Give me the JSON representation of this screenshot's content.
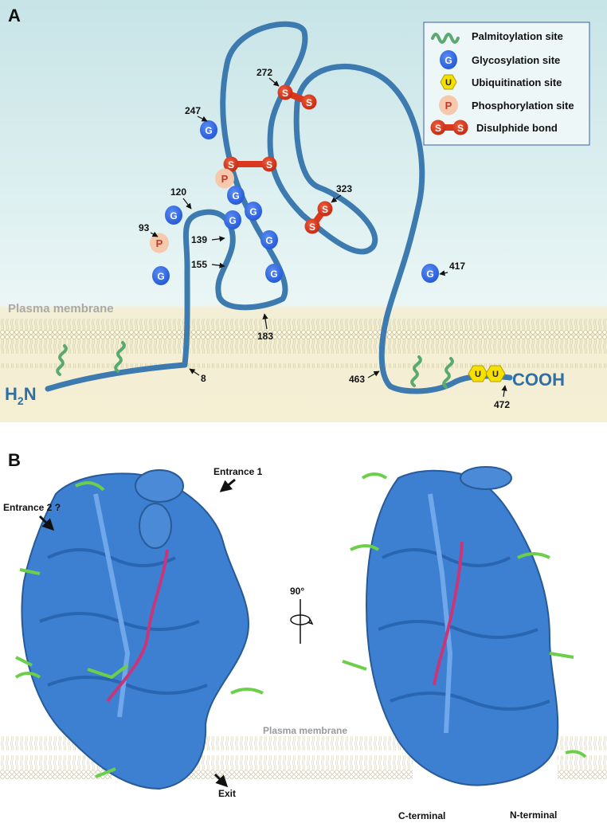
{
  "panel_a": {
    "letter": "A",
    "membrane_label": "Plasma membrane",
    "n_terminus": "H",
    "n_terminus_sub": "2",
    "n_terminus_end": "N",
    "c_terminus": "COOH",
    "glyco_letter": "G",
    "phospho_letter": "P",
    "ubiq_letter": "U",
    "disulphide_letter": "S",
    "residues": {
      "r8": "8",
      "r93": "93",
      "r120": "120",
      "r139": "139",
      "r155": "155",
      "r183": "183",
      "r247": "247",
      "r272": "272",
      "r323": "323",
      "r417": "417",
      "r463": "463",
      "r472": "472"
    },
    "legend": {
      "palmitoylation": "Palmitoylation site",
      "glycosylation": "Glycosylation site",
      "ubiquitination": "Ubiquitination site",
      "phosphorylation": "Phosphorylation site",
      "disulphide": "Disulphide bond"
    }
  },
  "panel_b": {
    "letter": "B",
    "entrance1": "Entrance 1",
    "entrance2": "Entrance 2 ?",
    "exit": "Exit",
    "membrane_label": "Plasma membrane",
    "rotation": "90°",
    "c_terminal": "C-terminal",
    "n_terminal": "N-terminal"
  },
  "colors": {
    "chain": "#3d7ab0",
    "glyco": "#2f6fe0",
    "disulphide": "#d9381e",
    "phospho": "#f6c9ad",
    "ubiq": "#f5e000",
    "palmitoyl": "#5aa96e",
    "protein": "#3d7fd0",
    "glycan": "#6ccf4a",
    "ligand": "#c8367a"
  }
}
